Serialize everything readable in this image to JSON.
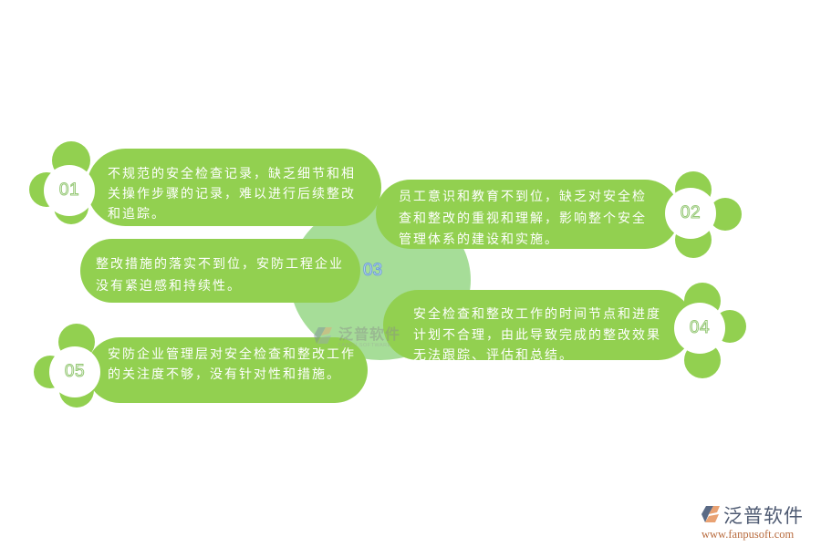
{
  "items": [
    {
      "number": "01",
      "lines": [
        "不规范的安全检查记录，缺乏细节和相",
        "关操作步骤的记录，难以进行后续整改",
        "和追踪。"
      ]
    },
    {
      "number": "02",
      "lines": [
        "员工意识和教育不到位，缺乏对安全检",
        "查和整改的重视和理解，影响整个安全",
        "管理体系的建设和实施。"
      ]
    },
    {
      "number": "03",
      "lines": [
        "整改措施的落实不到位，安防工程企业",
        "没有紧迫感和持续性。"
      ]
    },
    {
      "number": "04",
      "lines": [
        "安全检查和整改工作的时间节点和进度",
        "计划不合理，由此导致完成的整改效果",
        "无法跟踪、评估和总结。"
      ]
    },
    {
      "number": "05",
      "lines": [
        "安防企业管理层对安全检查和整改工作",
        "的关注度不够，没有针对性和措施。"
      ]
    }
  ],
  "watermark": {
    "name": "泛普软件",
    "subtitle": "FANPU SOFTWARE",
    "icon": "fanpu-logo-icon"
  },
  "logo": {
    "name": "泛普软件",
    "url": "www.fanpusoft.com",
    "icon": "fanpu-logo-icon"
  },
  "colors": {
    "pill_green": "#92d050",
    "center_circle": "#a6dd98",
    "number_outline": "#94c774",
    "center_number_outline": "#6e9fd6",
    "logo_text": "#4e5a72",
    "logo_url": "#b86b3e",
    "logo_orange": "#e9a273"
  }
}
